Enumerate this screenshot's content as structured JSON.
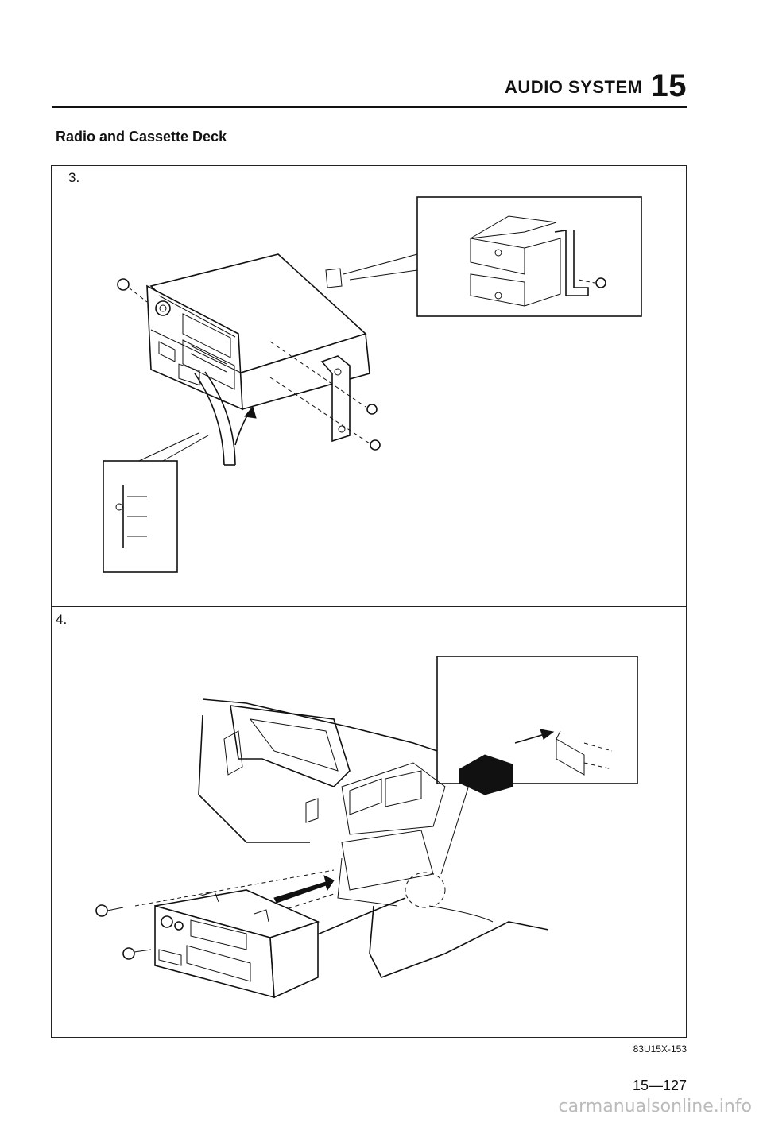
{
  "header": {
    "title": "AUDIO SYSTEM",
    "section": "15"
  },
  "section_title": "Radio and Cassette Deck",
  "steps": [
    {
      "label": "3."
    },
    {
      "label": "4."
    }
  ],
  "figure_code": "83U15X-153",
  "page_number": "15—127",
  "watermark": "carmanualsonline.info"
}
